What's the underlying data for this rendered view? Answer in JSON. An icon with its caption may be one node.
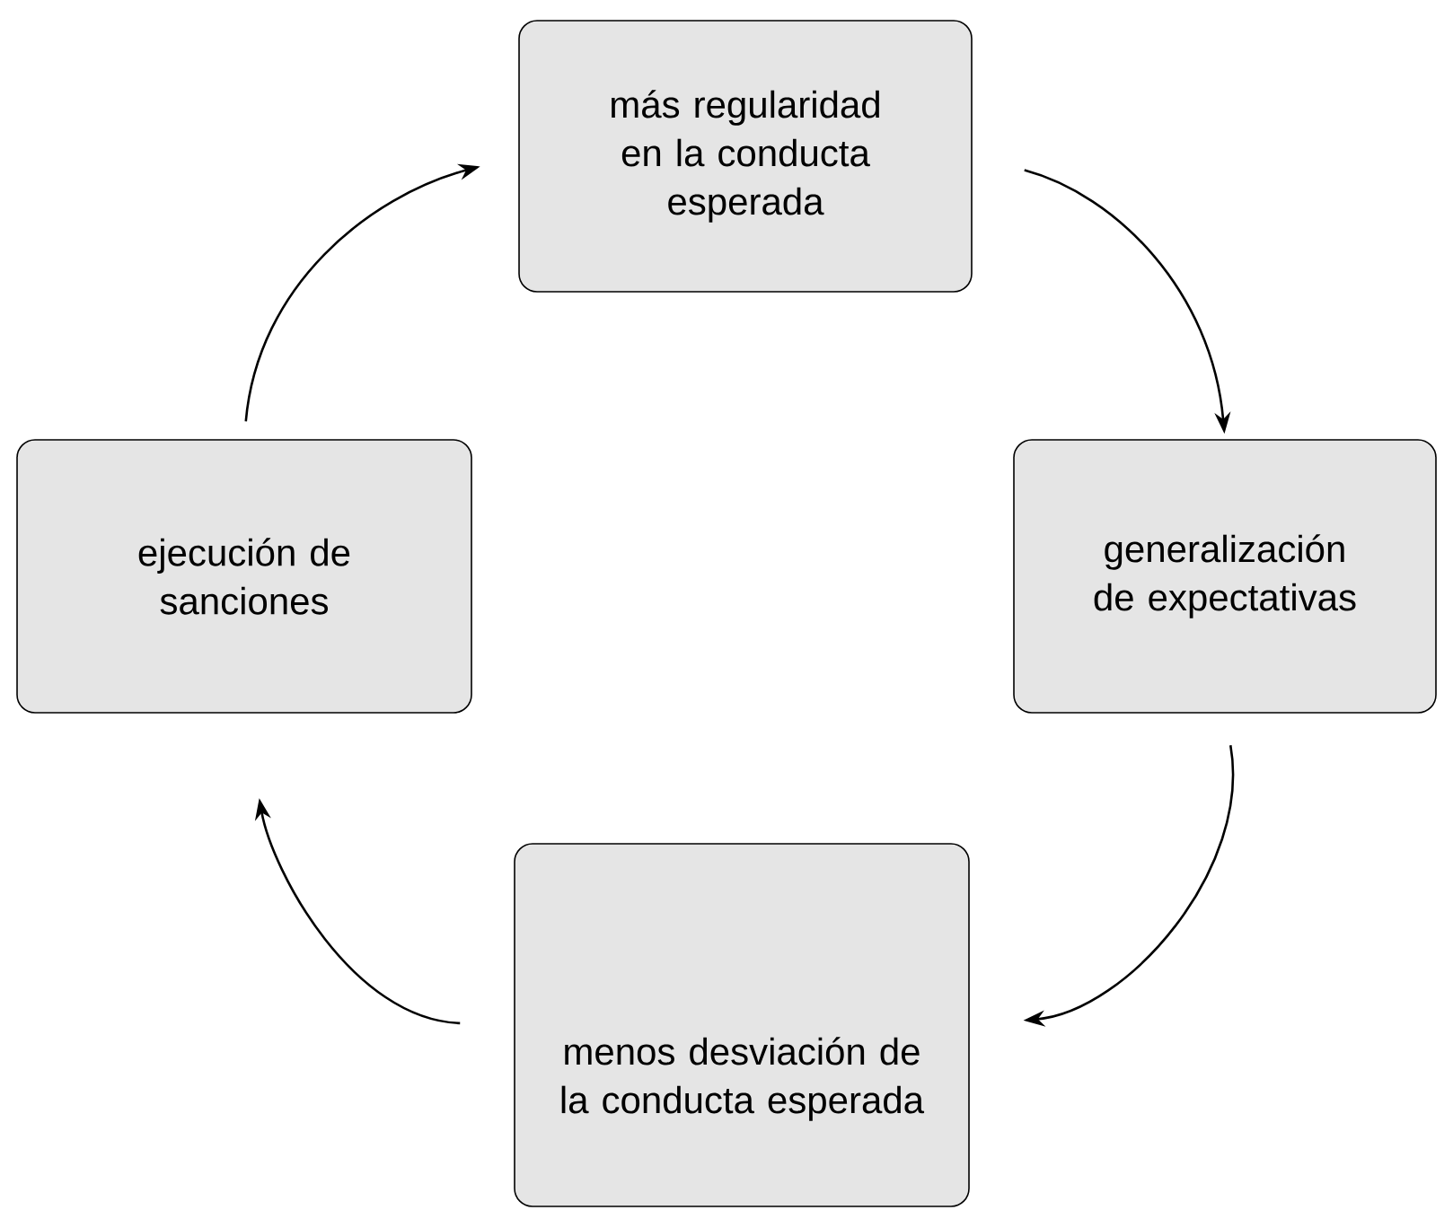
{
  "diagram": {
    "nodes": [
      {
        "text": [
          "más regularidad en la conducta esperada"
        ]
      },
      {
        "text": [
          "generalización de expectativas"
        ]
      },
      {
        "text": [
          "menos desviación de la conducta esperada"
        ]
      },
      {
        "text": [
          "ejecución de sanciones"
        ]
      }
    ],
    "edges": [
      {
        "from": 0,
        "to": 1,
        "arrow": "to"
      },
      {
        "from": 1,
        "to": 2,
        "arrow": "to"
      },
      {
        "from": 2,
        "to": 3,
        "arrow": "to"
      },
      {
        "from": 3,
        "to": 0,
        "arrow": "to"
      }
    ]
  }
}
